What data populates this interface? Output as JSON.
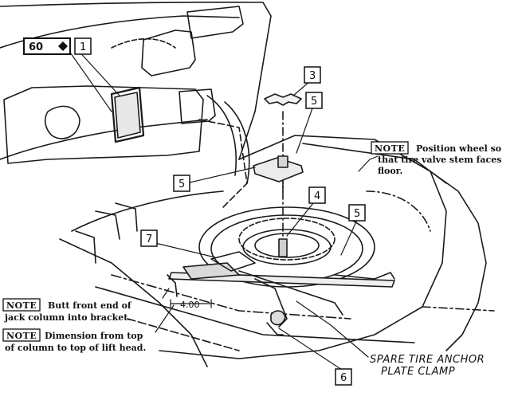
{
  "diagram": {
    "ref_badge": "60",
    "callouts": {
      "c1": "1",
      "c3": "3",
      "c5a": "5",
      "c5b": "5",
      "c5c": "5",
      "c4": "4",
      "c7": "7",
      "c6": "6"
    },
    "note_top": {
      "tag": "NOTE",
      "line1": "Position wheel so",
      "line2": "that tire valve stem faces",
      "line3": "floor."
    },
    "note_jack": {
      "tag": "NOTE",
      "line1": "Butt front end of",
      "line2": "jack column into bracket."
    },
    "note_dim": {
      "tag": "NOTE",
      "line1": "Dimension from top",
      "line2": "of column to top of lift head."
    },
    "dimension": "4.00",
    "clamp_label": {
      "line1": "SPARE TIRE ANCHOR",
      "line2": "PLATE CLAMP"
    }
  }
}
